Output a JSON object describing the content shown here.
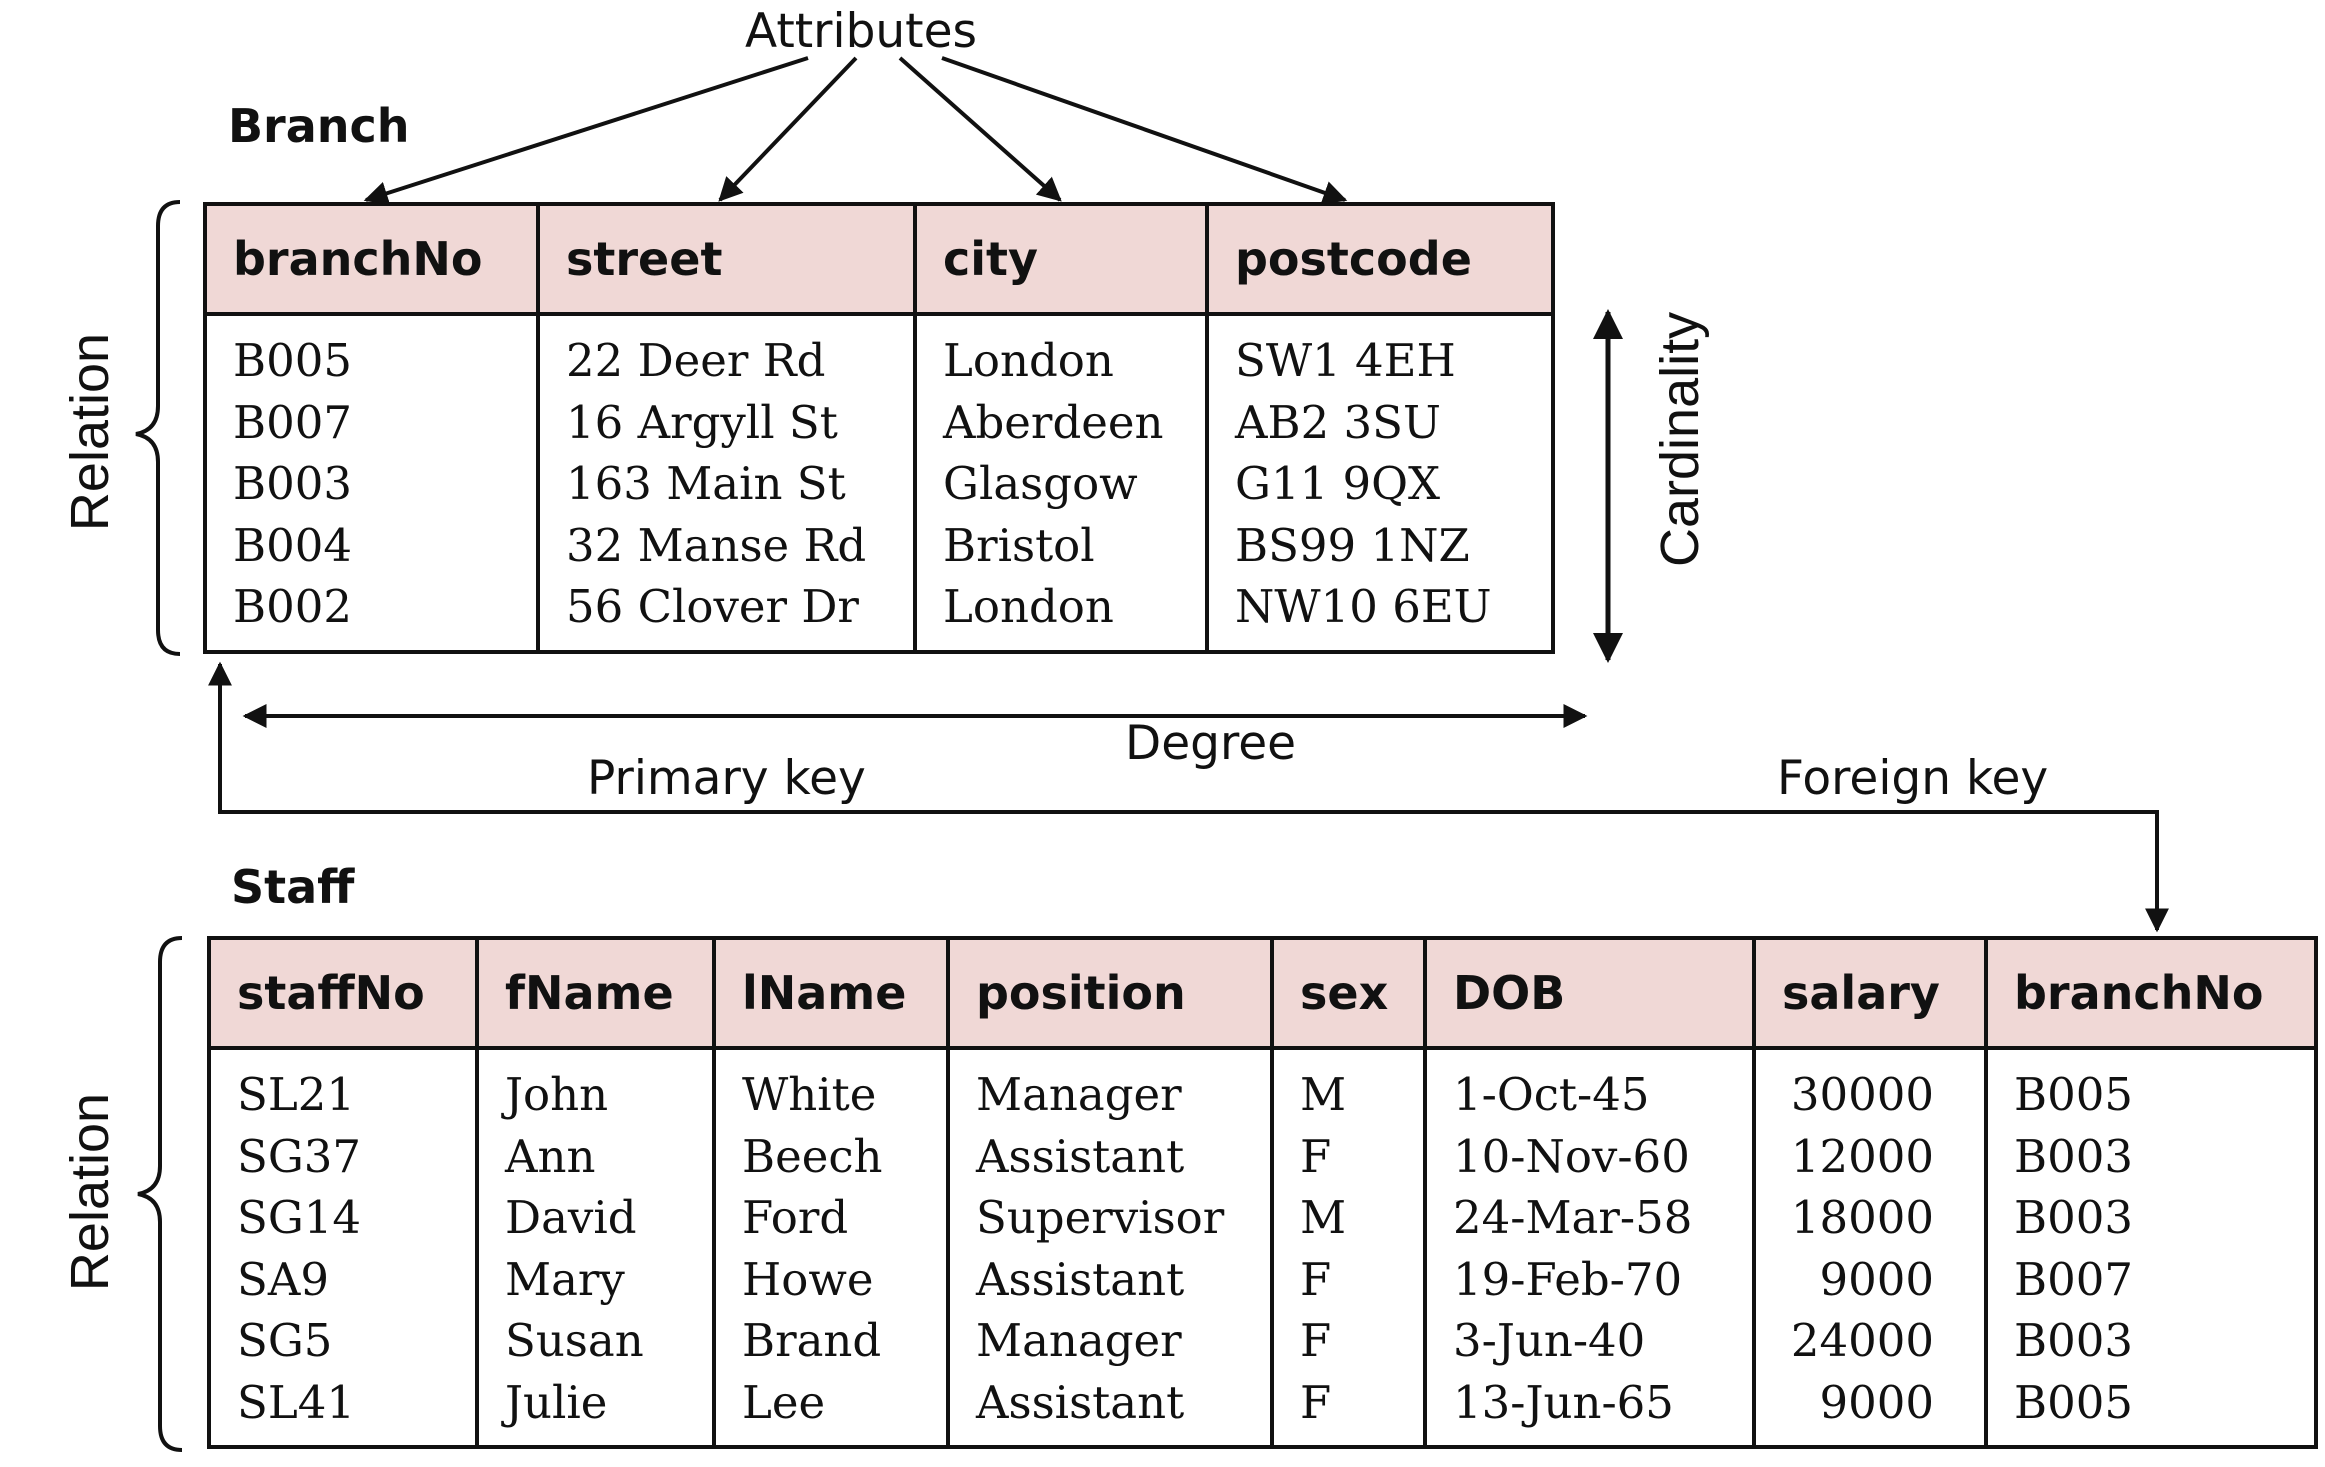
{
  "labels": {
    "attributes": "Attributes",
    "degree": "Degree",
    "primary_key": "Primary key",
    "foreign_key": "Foreign key",
    "cardinality": "Cardinality",
    "relation_top": "Relation",
    "relation_bottom": "Relation"
  },
  "branch": {
    "title": "Branch",
    "columns": [
      "branchNo",
      "street",
      "city",
      "postcode"
    ],
    "rows": [
      [
        "B005",
        "22 Deer Rd",
        "London",
        "SW1 4EH"
      ],
      [
        "B007",
        "16 Argyll St",
        "Aberdeen",
        "AB2 3SU"
      ],
      [
        "B003",
        "163 Main St",
        "Glasgow",
        "G11 9QX"
      ],
      [
        "B004",
        "32 Manse Rd",
        "Bristol",
        "BS99 1NZ"
      ],
      [
        "B002",
        "56 Clover Dr",
        "London",
        "NW10 6EU"
      ]
    ]
  },
  "staff": {
    "title": "Staff",
    "columns": [
      "staffNo",
      "fName",
      "lName",
      "position",
      "sex",
      "DOB",
      "salary",
      "branchNo"
    ],
    "rows": [
      [
        "SL21",
        "John",
        "White",
        "Manager",
        "M",
        "1-Oct-45",
        "30000",
        "B005"
      ],
      [
        "SG37",
        "Ann",
        "Beech",
        "Assistant",
        "F",
        "10-Nov-60",
        "12000",
        "B003"
      ],
      [
        "SG14",
        "David",
        "Ford",
        "Supervisor",
        "M",
        "24-Mar-58",
        "18000",
        "B003"
      ],
      [
        "SA9",
        "Mary",
        "Howe",
        "Assistant",
        "F",
        "19-Feb-70",
        "9000",
        "B007"
      ],
      [
        "SG5",
        "Susan",
        "Brand",
        "Manager",
        "F",
        "3-Jun-40",
        "24000",
        "B003"
      ],
      [
        "SL41",
        "Julie",
        "Lee",
        "Assistant",
        "F",
        "13-Jun-65",
        "9000",
        "B005"
      ]
    ]
  }
}
